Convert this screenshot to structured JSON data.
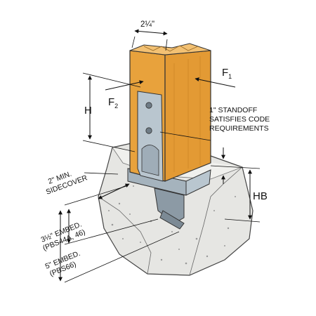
{
  "labels": {
    "width": "2¼\"",
    "f1": "F",
    "f1_sub": "1",
    "f2": "F",
    "f2_sub": "2",
    "h": "H",
    "hb": "HB",
    "standoff": [
      "1\" STANDOFF",
      "SATISFIES CODE",
      "REQUIREMENTS"
    ],
    "sidecover": [
      "2\" MIN.",
      "SIDECOVER"
    ],
    "embed1": [
      "3½\" EMBED.",
      "(PBS44A, 46)"
    ],
    "embed2": [
      "5\" EMBED.",
      "(PBS66)"
    ]
  },
  "colors": {
    "wood": "#E8A23C",
    "wood_dark": "#C57F22",
    "wood_top": "#F3C173",
    "steel": "#B9C6CF",
    "steel_dark": "#8C9AA5",
    "concrete": "#E6E6E3",
    "concrete_dark": "#C9C9C5"
  }
}
